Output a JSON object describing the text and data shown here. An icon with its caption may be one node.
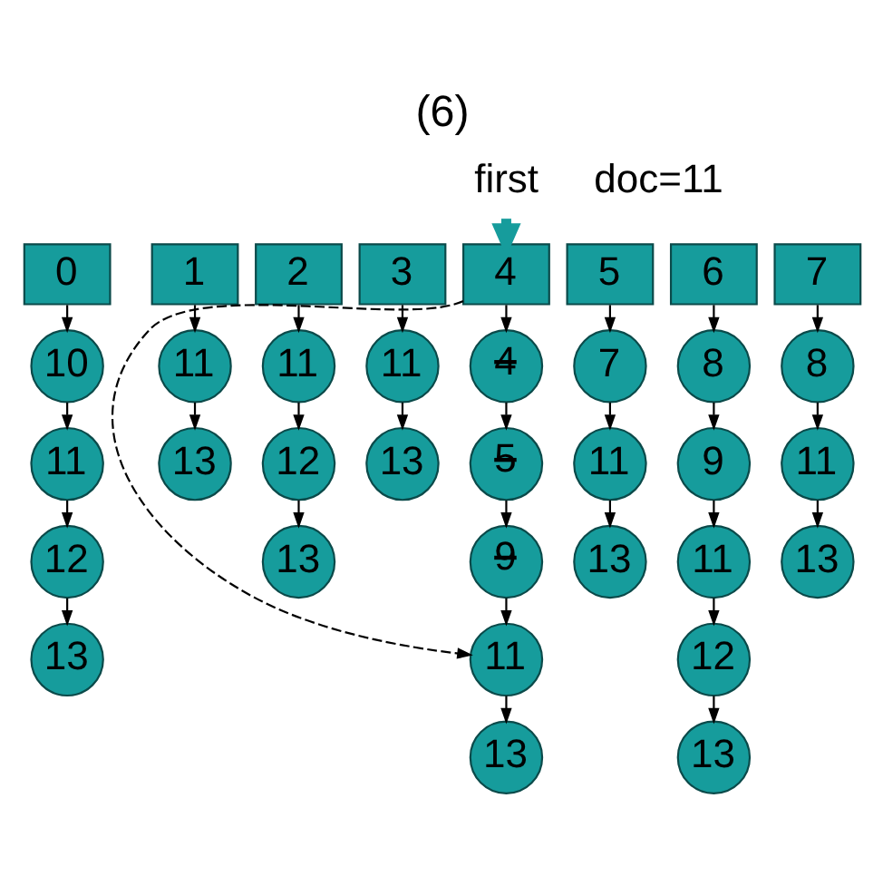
{
  "diagram": {
    "title": "(6)",
    "nodes": [
      {
        "text": [
          "first"
        ]
      },
      {
        "text": [
          "0"
        ]
      },
      {
        "text": [
          "1"
        ]
      },
      {
        "text": [
          "2"
        ]
      },
      {
        "text": [
          "3"
        ]
      },
      {
        "text": [
          "4"
        ]
      },
      {
        "text": [
          "5"
        ]
      },
      {
        "text": [
          "6"
        ]
      },
      {
        "text": [
          "7"
        ]
      },
      {
        "text": [
          "10"
        ]
      },
      {
        "text": [
          "11"
        ]
      },
      {
        "text": [
          "11"
        ]
      },
      {
        "text": [
          "11"
        ]
      },
      {
        "text": [
          "4"
        ]
      },
      {
        "text": [
          "7"
        ]
      },
      {
        "text": [
          "8"
        ]
      },
      {
        "text": [
          "8"
        ]
      },
      {
        "text": [
          "11"
        ]
      },
      {
        "text": [
          "13"
        ]
      },
      {
        "text": [
          "12"
        ]
      },
      {
        "text": [
          "13"
        ]
      },
      {
        "text": [
          "5"
        ]
      },
      {
        "text": [
          "11"
        ]
      },
      {
        "text": [
          "9"
        ]
      },
      {
        "text": [
          "11"
        ]
      },
      {
        "text": [
          "12"
        ]
      },
      {
        "text": [
          "13"
        ]
      },
      {
        "text": [
          "9"
        ]
      },
      {
        "text": [
          "13"
        ]
      },
      {
        "text": [
          "11"
        ]
      },
      {
        "text": [
          "13"
        ]
      },
      {
        "text": [
          "13"
        ]
      },
      {
        "text": [
          "11"
        ]
      },
      {
        "text": [
          "12"
        ]
      },
      {
        "text": [
          "13"
        ]
      },
      {
        "text": [
          "13"
        ]
      }
    ],
    "edges": [
      {
        "from": 0,
        "to": 5,
        "arrow": "to",
        "style": "thick",
        "color": "#169c9c"
      },
      {
        "from": 1,
        "to": 9,
        "arrow": "to"
      },
      {
        "from": 9,
        "to": 17,
        "arrow": "to"
      },
      {
        "from": 17,
        "to": 25,
        "arrow": "to"
      },
      {
        "from": 25,
        "to": 31,
        "arrow": "to"
      },
      {
        "from": 2,
        "to": 10,
        "arrow": "to"
      },
      {
        "from": 10,
        "to": 18,
        "arrow": "to"
      },
      {
        "from": 3,
        "to": 11,
        "arrow": "to"
      },
      {
        "from": 11,
        "to": 19,
        "arrow": "to"
      },
      {
        "from": 19,
        "to": 26,
        "arrow": "to"
      },
      {
        "from": 4,
        "to": 12,
        "arrow": "to"
      },
      {
        "from": 12,
        "to": 20,
        "arrow": "to"
      },
      {
        "from": 5,
        "to": 13,
        "arrow": "to"
      },
      {
        "from": 13,
        "to": 21,
        "arrow": "to"
      },
      {
        "from": 21,
        "to": 27,
        "arrow": "to"
      },
      {
        "from": 27,
        "to": 32,
        "arrow": "to"
      },
      {
        "from": 32,
        "to": 34,
        "arrow": "to"
      },
      {
        "from": 6,
        "to": 14,
        "arrow": "to"
      },
      {
        "from": 14,
        "to": 22,
        "arrow": "to"
      },
      {
        "from": 22,
        "to": 28,
        "arrow": "to"
      },
      {
        "from": 7,
        "to": 15,
        "arrow": "to"
      },
      {
        "from": 15,
        "to": 23,
        "arrow": "to"
      },
      {
        "from": 23,
        "to": 29,
        "arrow": "to"
      },
      {
        "from": 29,
        "to": 33,
        "arrow": "to"
      },
      {
        "from": 33,
        "to": 35,
        "arrow": "to"
      },
      {
        "from": 8,
        "to": 16,
        "arrow": "to"
      },
      {
        "from": 16,
        "to": 24,
        "arrow": "to"
      },
      {
        "from": 24,
        "to": 30,
        "arrow": "to"
      },
      {
        "from": 5,
        "to": 32,
        "arrow": "to",
        "style": "dashed"
      }
    ],
    "labels": [
      "doc=11"
    ]
  }
}
